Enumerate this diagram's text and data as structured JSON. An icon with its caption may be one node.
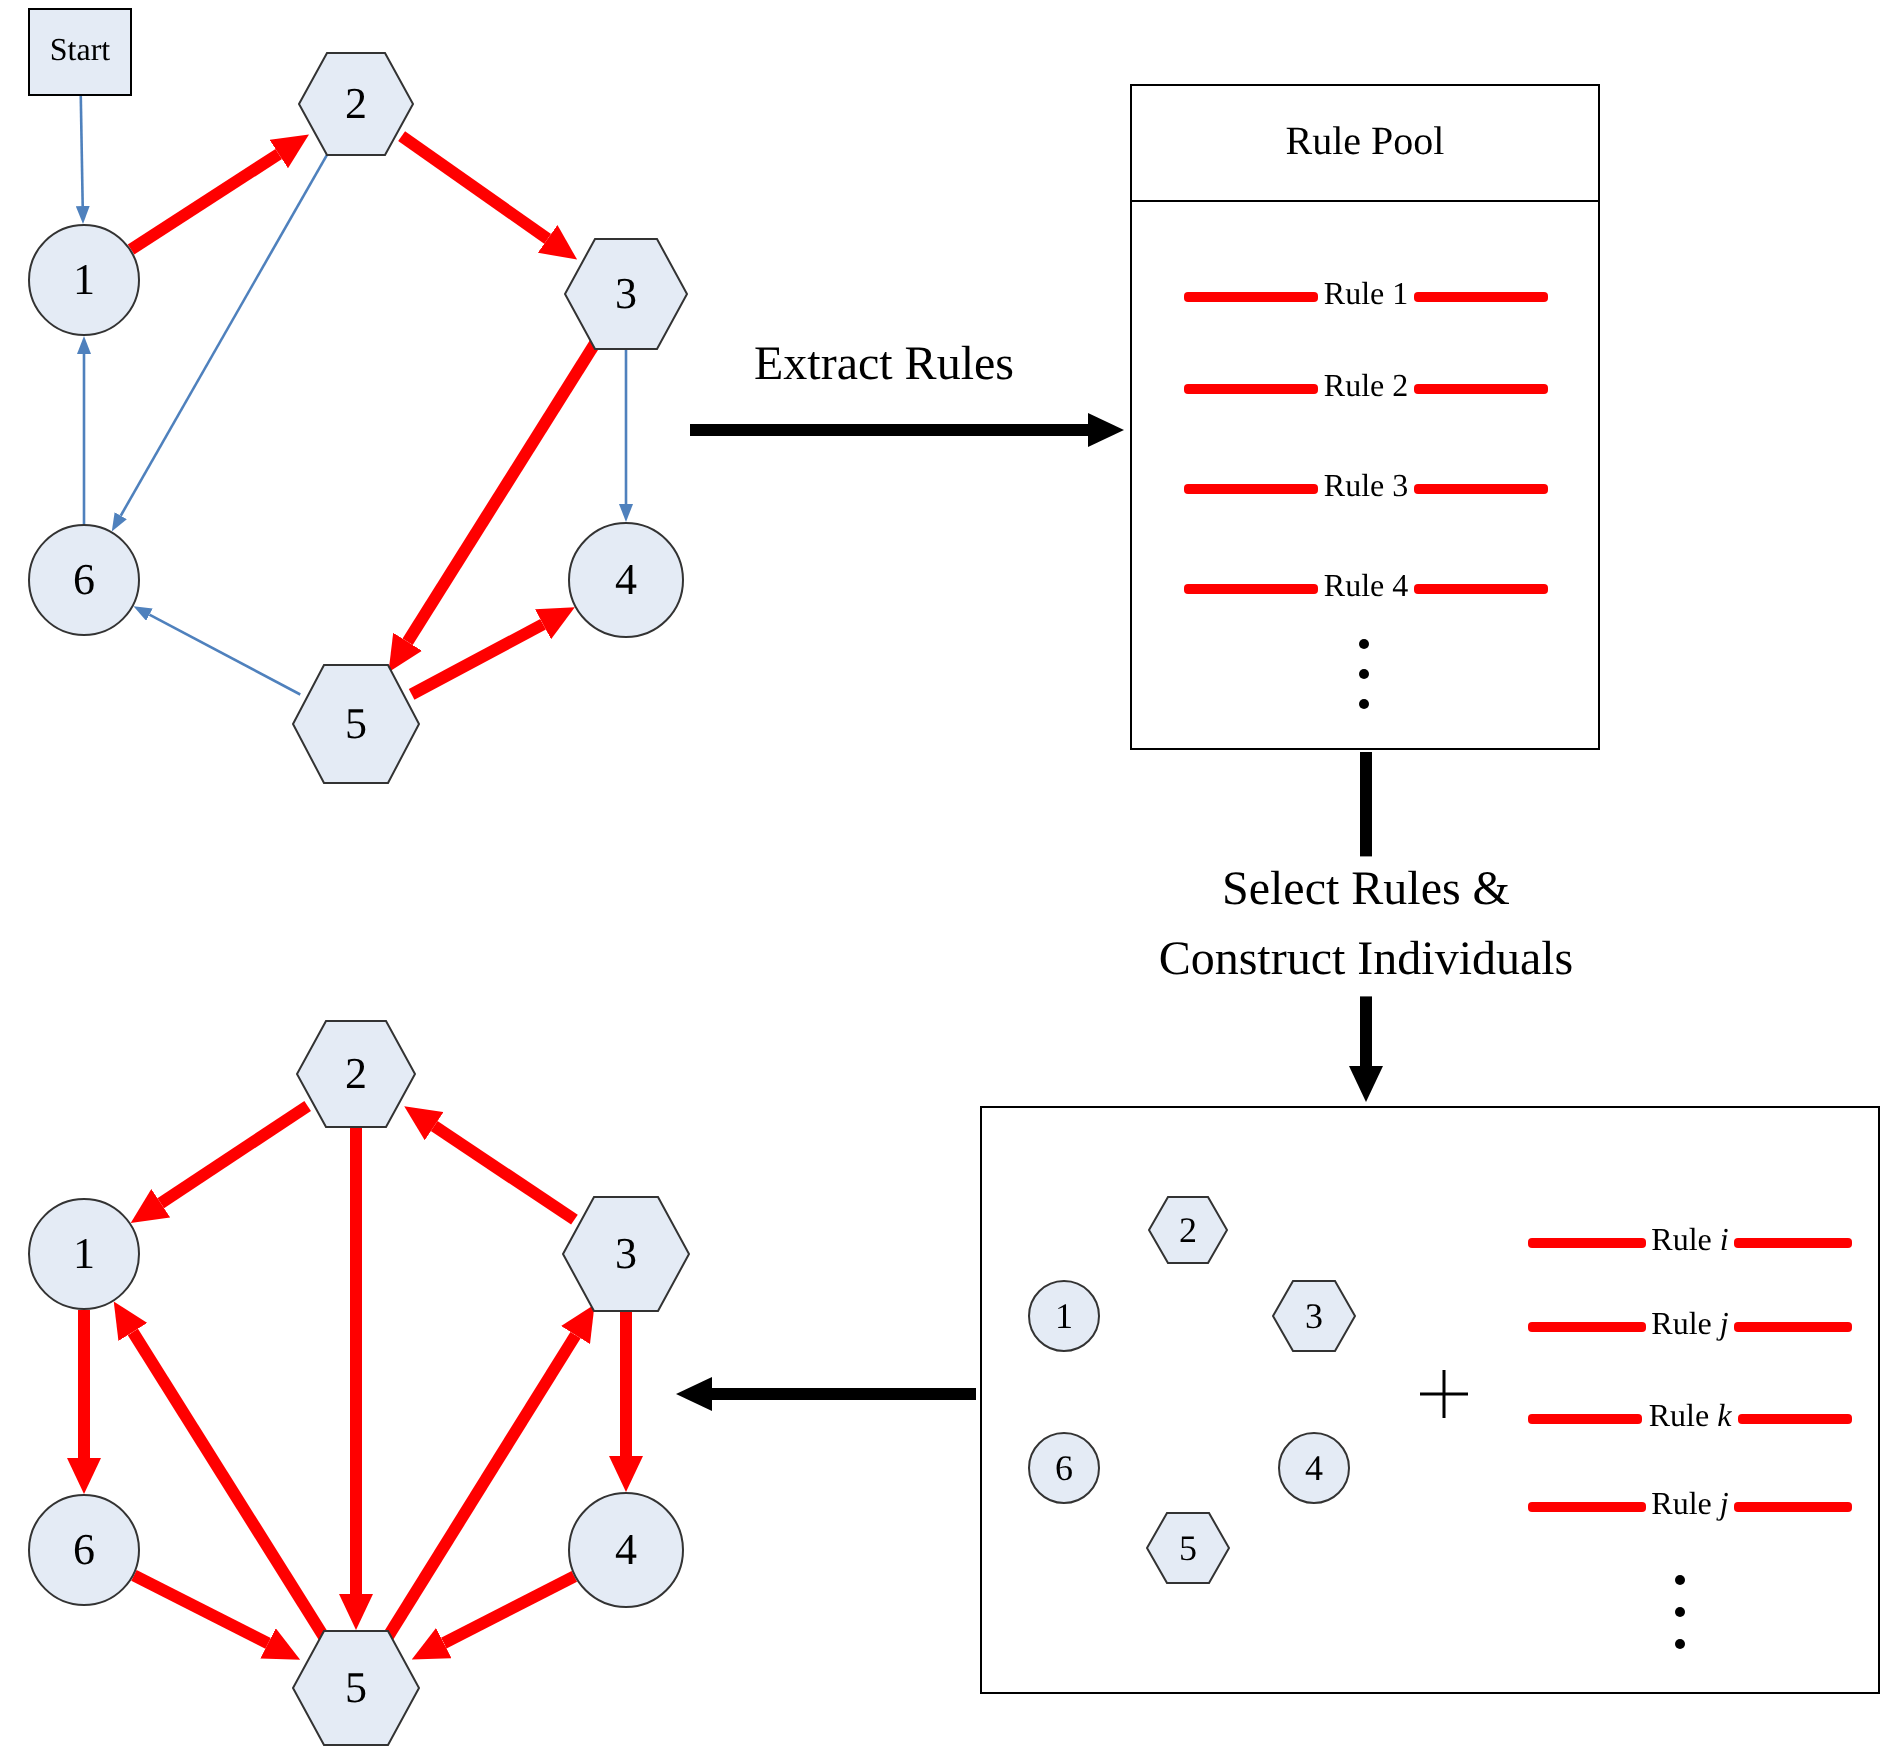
{
  "diagram": {
    "nodes": [
      {
        "text": [
          "Start"
        ]
      },
      {
        "text": [
          "1"
        ]
      },
      {
        "text": [
          "2"
        ]
      },
      {
        "text": [
          "3"
        ]
      },
      {
        "text": [
          "4"
        ]
      },
      {
        "text": [
          "5"
        ]
      },
      {
        "text": [
          "6"
        ]
      },
      {
        "text": [
          "Rule Pool"
        ]
      },
      {
        "text": [
          "Rule 1"
        ],
        "in": 7
      },
      {
        "text": [
          "Rule 2"
        ],
        "in": 7
      },
      {
        "text": [
          "Rule 3"
        ],
        "in": 7
      },
      {
        "text": [
          "Rule 4"
        ],
        "in": 7
      },
      {
        "text": [],
        "shape": "box"
      },
      {
        "text": [
          "1"
        ],
        "in": 12
      },
      {
        "text": [
          "2"
        ],
        "in": 12
      },
      {
        "text": [
          "3"
        ],
        "in": 12
      },
      {
        "text": [
          "4"
        ],
        "in": 12
      },
      {
        "text": [
          "5"
        ],
        "in": 12
      },
      {
        "text": [
          "6"
        ],
        "in": 12
      },
      {
        "text": [
          "Rule *i*"
        ],
        "in": 12
      },
      {
        "text": [
          "Rule *j*"
        ],
        "in": 12
      },
      {
        "text": [
          "Rule *k*"
        ],
        "in": 12
      },
      {
        "text": [
          "Rule *j*"
        ],
        "in": 12
      },
      {
        "text": [
          "1"
        ]
      },
      {
        "text": [
          "2"
        ]
      },
      {
        "text": [
          "3"
        ]
      },
      {
        "text": [
          "4"
        ]
      },
      {
        "text": [
          "5"
        ]
      },
      {
        "text": [
          "6"
        ]
      }
    ],
    "edges": [
      {
        "from": 0,
        "to": 1,
        "arrow": "to",
        "color": "#4f81bd"
      },
      {
        "from": 1,
        "to": 2,
        "arrow": "to"
      },
      {
        "from": 2,
        "to": 3,
        "arrow": "to"
      },
      {
        "from": 3,
        "to": 5,
        "arrow": "to"
      },
      {
        "from": 5,
        "to": 4,
        "arrow": "to"
      },
      {
        "from": 2,
        "to": 6,
        "arrow": "to",
        "color": "#4f81bd"
      },
      {
        "from": 3,
        "to": 4,
        "arrow": "to",
        "color": "#4f81bd"
      },
      {
        "from": 5,
        "to": 6,
        "arrow": "to",
        "color": "#4f81bd"
      },
      {
        "from": 6,
        "to": 1,
        "arrow": "to",
        "color": "#4f81bd"
      },
      {
        "from": null,
        "to": 7,
        "arrow": "to",
        "label": "Extract Rules",
        "color": "#000000"
      },
      {
        "from": 7,
        "to": 12,
        "arrow": "to",
        "label": "Select Rules & Construct Individuals",
        "color": "#000000"
      },
      {
        "from": 12,
        "to": null,
        "arrow": "to",
        "color": "#000000"
      },
      {
        "from": 24,
        "to": 23,
        "arrow": "to"
      },
      {
        "from": 24,
        "to": 27,
        "arrow": "to"
      },
      {
        "from": 25,
        "to": 24,
        "arrow": "to"
      },
      {
        "from": 23,
        "to": 28,
        "arrow": "to"
      },
      {
        "from": 27,
        "to": 23,
        "arrow": "to"
      },
      {
        "from": 27,
        "to": 25,
        "arrow": "to"
      },
      {
        "from": 25,
        "to": 26,
        "arrow": "to"
      },
      {
        "from": 28,
        "to": 27,
        "arrow": "to"
      },
      {
        "from": 26,
        "to": 27,
        "arrow": "to"
      }
    ]
  }
}
